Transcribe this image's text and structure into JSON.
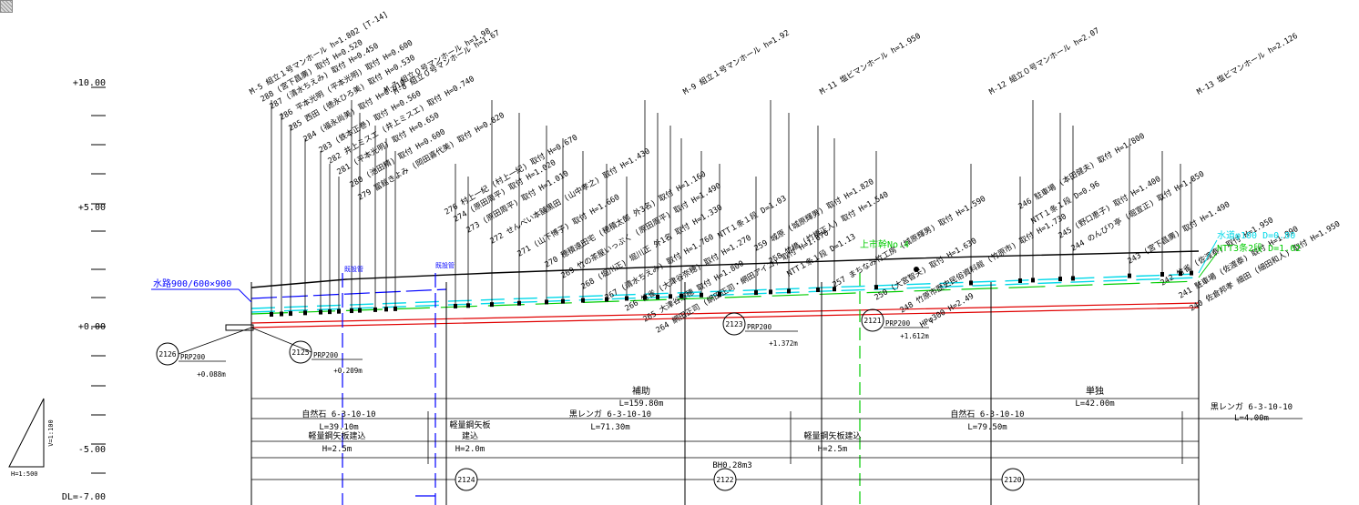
{
  "elevation_scale": [
    "+10.00",
    "+5.00",
    "+0.00",
    "-5.00",
    "DL=-7.00"
  ],
  "scale_note": {
    "vertical": "V=1:100",
    "horizontal": "H=1:500"
  },
  "top_labels": [
    "M-5 組立１号マンホール h=1.802 [T-14]",
    "288 (宮下昌廣) 取付 H=0.520",
    "287 (清水ちえみ) 取付 H=0.450",
    "286 平本光明 (平本光明) 取付 H=0.600",
    "285 西田 (徳永ひろ美) 取付 H=0.530",
    "284 (福永尚美) 取付 H=0.610",
    "283 (鉄本正巻) 取付 H=0.560",
    "282 井上ミスエ (井上ミスエ) 取付 H=0.740",
    "281 (平本光明) 取付 H=0.650",
    "280 (池田精) 取付 H=0.600",
    "279 冨館きよみ (岡田喜代美) 取付 H=0.820",
    "M-7 組立０号マンホール h=1.98",
    "M-8 組立０号マンホール h=1.67",
    "276 村上一紀 (村上一紀) 取付 H=0.670",
    "274 (原田周平) 取付 H=1.020",
    "273 (原田周平) 取付 H=1.010",
    "272 せんべい本舗黒田 (山中孝之) 取付 H=1.430",
    "271 (山下博子) 取付 H=1.660",
    "270 穂積遠田宅 (穂積太郎 外3名) 取付 H=1.160",
    "269 竹の茶屋いっぷく (原田周平) 取付 H=1.490",
    "268 (堀川正) 堀川正 外1名 取付 H=1.330",
    "267 (清水ちえみ) 取付 H=1.760",
    "266 竹雀 (大津谷奈穂) 取付 H=1.270",
    "265 大津谷奈穂 取付 H=1.800",
    "264 網田正司 (網田正司・網田アイコ) 取付 H=1.670",
    "M-9 組立１号マンホール h=1.92",
    "NTT１条１段 D=1.03",
    "259 城原 (城原輝男) 取付 H=1.820",
    "258 竹橋 (竹橋正人) 取付 H=1.540",
    "NTT１条１段 D=1.13",
    "M-11 塩ビマンホール h=1.950",
    "257 まちなみ竹工房 (城原輝男) 取付 H=1.590",
    "250 (大宮智夫) 取付 H=1.630",
    "248 竹原市歴史民俗資料館 (竹原市) 取付 H=1.730",
    "HPφ300 H=2.49",
    "M-12 組立０号マンホール h=2.07",
    "246 駐車場 (本田健夫) 取付 H=1.800",
    "NTT１条１段 D=0.96",
    "245 (野口恵子) 取付 H=1.400",
    "244 のんびり亭 (堀宣正) 取付 H=1.850",
    "243 (宮下昌廣) 取付 H=1.490",
    "M-13 塩ビマンホール h=2.126",
    "242 竹雀 (佐渡泰) 取付 H=1.950",
    "241 駐車場 (佐渡泰) 取付 H=1.990",
    "240 佐倉邦孝 細田 (細田和人) 取付 H=1.950"
  ],
  "side_labels": {
    "canal": "水路900/600×900",
    "water_pipe": "水道φ100 D=0.80",
    "ntt_pipe": "NTT3条2段 D=1.02",
    "upper_water": "上市幹No.4",
    "existing_1": "既設管",
    "existing_2": "既設管"
  },
  "manholes": [
    {
      "id": "2126",
      "pipe": "PRP200",
      "depth": "+0.088m"
    },
    {
      "id": "2125",
      "pipe": "PRP200",
      "depth": "+0.209m"
    },
    {
      "id": "2123",
      "pipe": "PRP200",
      "depth": "+1.372m"
    },
    {
      "id": "2121",
      "pipe": "PRP200",
      "depth": "+1.612m"
    }
  ],
  "sections": {
    "hojo": "補助",
    "hojo_length": "L=159.80m",
    "tandoku": "単独",
    "tandoku_length": "L=42.00m",
    "kuro_renga_right": "黒レンガ 6-3-10-10",
    "kuro_renga_right_len": "L=4.00m",
    "shizen_left": "自然石 6-3-10-10",
    "shizen_left_len": "L=39.10m",
    "kuro_renga_mid": "黒レンガ 6-3-10-10",
    "kuro_renga_mid_len": "L=71.30m",
    "shizen_right": "自然石 6-3-10-10",
    "shizen_right_len": "L=79.50m",
    "sheet_left": "軽量鋼矢板建込",
    "sheet_left_h": "H=2.5m",
    "sheet_mid_a": "軽量鋼矢板",
    "sheet_mid_b": "建込",
    "sheet_mid_h": "H=2.0m",
    "sheet_right": "軽量鋼矢板建込",
    "sheet_right_h": "H=2.5m",
    "bh": "BH0.28m3",
    "bottom_ids": [
      "2124",
      "2122",
      "2120"
    ]
  },
  "colors": {
    "red": "#e00000",
    "blue": "#0000ff",
    "cyan": "#00d8e8",
    "green": "#00cc00",
    "black": "#000000"
  }
}
